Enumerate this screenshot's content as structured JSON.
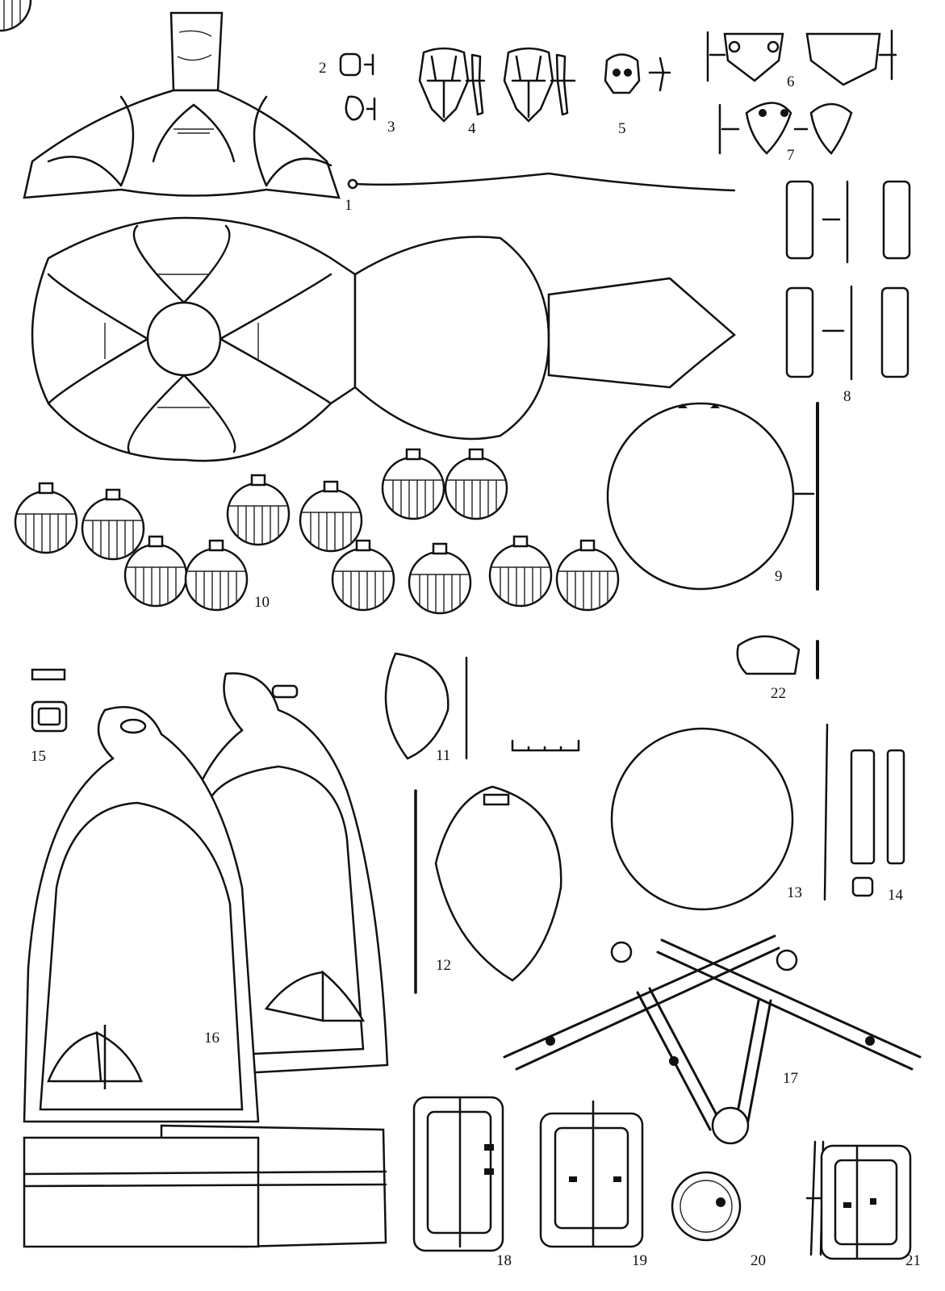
{
  "plate": {
    "figure_labels": [
      "1",
      "2",
      "3",
      "4",
      "5",
      "6",
      "7",
      "8",
      "9",
      "10",
      "11",
      "12",
      "13",
      "14",
      "15",
      "16",
      "17",
      "18",
      "19",
      "20",
      "21",
      "22"
    ],
    "ink_color": "#111111",
    "background_color": "#ffffff"
  }
}
